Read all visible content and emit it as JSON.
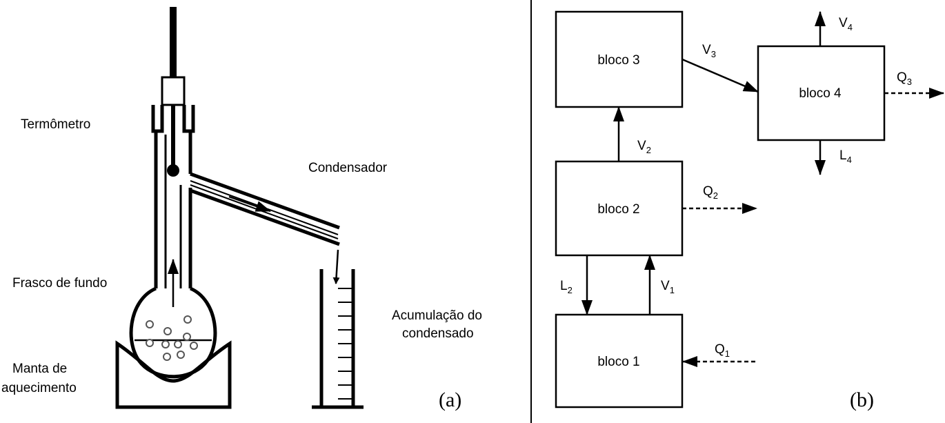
{
  "panel_a": {
    "tag": "(a)",
    "labels": {
      "thermometer": "Termômetro",
      "condenser": "Condensador",
      "flask": "Frasco de fundo",
      "heater_line1": "Manta de",
      "heater_line2": "aquecimento",
      "accum_line1": "Acumulação do",
      "accum_line2": "condensado"
    }
  },
  "panel_b": {
    "tag": "(b)",
    "blocks": {
      "b1": "bloco 1",
      "b2": "bloco 2",
      "b3": "bloco 3",
      "b4": "bloco  4"
    },
    "streams": {
      "V1": {
        "main": "V",
        "sub": "1"
      },
      "V2": {
        "main": "V",
        "sub": "2"
      },
      "V3": {
        "main": "V",
        "sub": "3"
      },
      "V4": {
        "main": "V",
        "sub": "4"
      },
      "L2": {
        "main": "L",
        "sub": "2"
      },
      "L4": {
        "main": "L",
        "sub": "4"
      },
      "Q1": {
        "main": "Q",
        "sub": "1"
      },
      "Q2": {
        "main": "Q",
        "sub": "2"
      },
      "Q3": {
        "main": "Q",
        "sub": "3"
      }
    }
  }
}
